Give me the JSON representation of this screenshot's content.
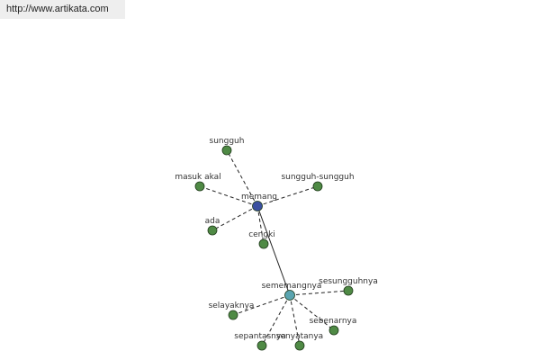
{
  "header": {
    "source_url": "http://www.artikata.com"
  },
  "colors": {
    "leaf_node": "#4f8a45",
    "center_node": "#3a4fa0",
    "hub_node": "#5aa4b0",
    "edge": "#222222",
    "label": "#333333"
  },
  "graph": {
    "nodes": [
      {
        "id": "memang",
        "label": "memang",
        "kind": "center"
      },
      {
        "id": "sememangnya",
        "label": "sememangnya",
        "kind": "hub"
      },
      {
        "id": "sungguh",
        "label": "sungguh",
        "kind": "leaf"
      },
      {
        "id": "masuk_akal",
        "label": "masuk akal",
        "kind": "leaf"
      },
      {
        "id": "sungguh_sungguh",
        "label": "sungguh-sungguh",
        "kind": "leaf"
      },
      {
        "id": "ada",
        "label": "ada",
        "kind": "leaf"
      },
      {
        "id": "cengki",
        "label": "cengki",
        "kind": "leaf"
      },
      {
        "id": "sesungguhnya",
        "label": "sesungguhnya",
        "kind": "leaf"
      },
      {
        "id": "selayaknya",
        "label": "selayaknya",
        "kind": "leaf"
      },
      {
        "id": "sebenarnya",
        "label": "sebenarnya",
        "kind": "leaf"
      },
      {
        "id": "sepantasnya",
        "label": "sepantasnya",
        "kind": "leaf"
      },
      {
        "id": "senyatanya",
        "label": "senyatanya",
        "kind": "leaf"
      }
    ],
    "edges": [
      {
        "from": "memang",
        "to": "sememangnya",
        "style": "solid"
      },
      {
        "from": "memang",
        "to": "sungguh",
        "style": "dashed"
      },
      {
        "from": "memang",
        "to": "masuk_akal",
        "style": "dashed"
      },
      {
        "from": "memang",
        "to": "sungguh_sungguh",
        "style": "dashed"
      },
      {
        "from": "memang",
        "to": "ada",
        "style": "dashed"
      },
      {
        "from": "memang",
        "to": "cengki",
        "style": "dashed"
      },
      {
        "from": "sememangnya",
        "to": "sesungguhnya",
        "style": "dashed"
      },
      {
        "from": "sememangnya",
        "to": "selayaknya",
        "style": "dashed"
      },
      {
        "from": "sememangnya",
        "to": "sebenarnya",
        "style": "dashed"
      },
      {
        "from": "sememangnya",
        "to": "sepantasnya",
        "style": "dashed"
      },
      {
        "from": "sememangnya",
        "to": "senyatanya",
        "style": "dashed"
      }
    ]
  }
}
